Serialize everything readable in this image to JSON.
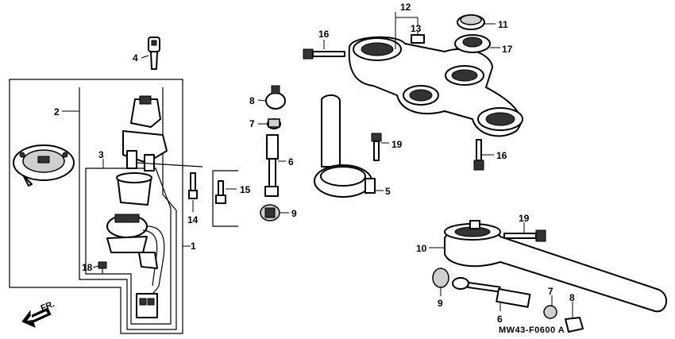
{
  "callouts": {
    "c1": "1",
    "c2": "2",
    "c3": "3",
    "c4": "4",
    "c5": "5",
    "c6a": "6",
    "c6b": "6",
    "c7a": "7",
    "c7b": "7",
    "c8a": "8",
    "c8b": "8",
    "c9a": "9",
    "c9b": "9",
    "c10": "10",
    "c11": "11",
    "c12": "12",
    "c13": "13",
    "c14": "14",
    "c15": "15",
    "c16a": "16",
    "c16b": "16",
    "c17": "17",
    "c18": "18",
    "c19a": "19",
    "c19b": "19"
  },
  "direction": "FR.",
  "diagram_code": "MW43-F0600 A"
}
